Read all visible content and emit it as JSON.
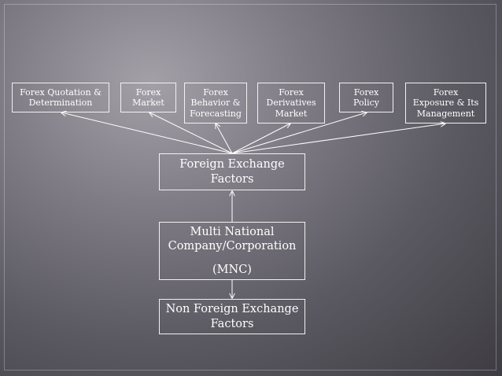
{
  "diagram": {
    "forex_boxes": [
      {
        "id": "quotation",
        "lines": [
          "Forex Quotation &",
          "Determination"
        ]
      },
      {
        "id": "market",
        "lines": [
          "Forex",
          "Market"
        ]
      },
      {
        "id": "behavior",
        "lines": [
          "Forex",
          "Behavior &",
          "Forecasting"
        ]
      },
      {
        "id": "derivatives",
        "lines": [
          "Forex",
          "Derivatives",
          "Market"
        ]
      },
      {
        "id": "policy",
        "lines": [
          "Forex",
          "Policy"
        ]
      },
      {
        "id": "exposure",
        "lines": [
          "Forex",
          "Exposure & Its",
          "Management"
        ]
      }
    ],
    "fef": {
      "lines": [
        "Foreign Exchange",
        "Factors"
      ]
    },
    "mnc": {
      "lines": [
        "Multi National",
        "Company/Corporation"
      ],
      "abbr": "(MNC)"
    },
    "nfef": {
      "lines": [
        "Non Foreign Exchange",
        "Factors"
      ]
    },
    "colors": {
      "box_border": "#f2f2f2",
      "text": "#ffffff",
      "arrow": "#ffffff"
    }
  }
}
